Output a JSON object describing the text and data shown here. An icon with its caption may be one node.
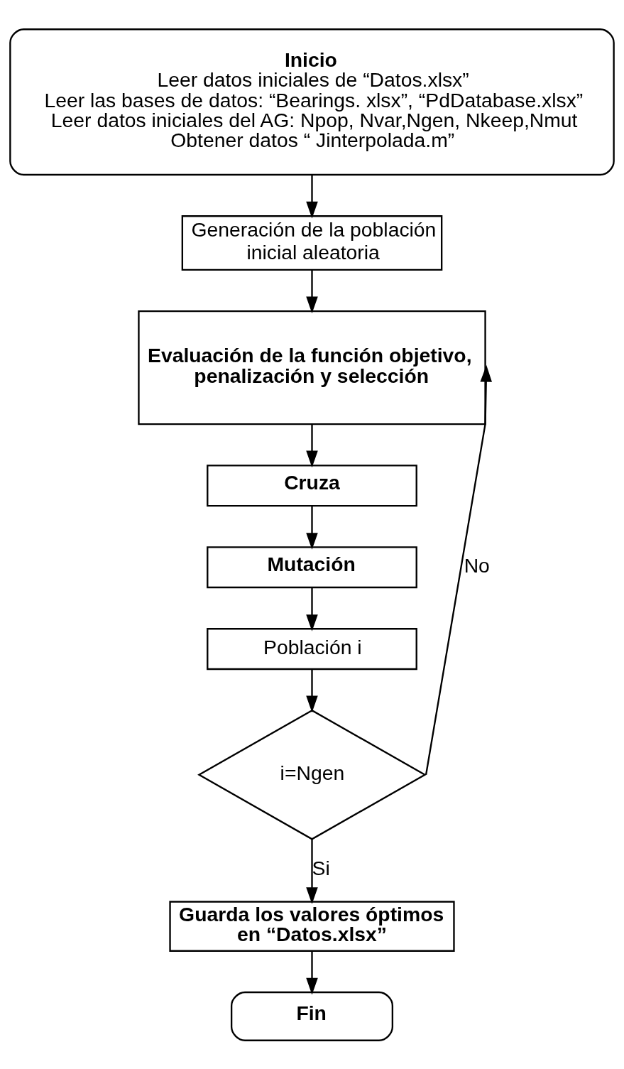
{
  "diagram": {
    "nodes": [
      {
        "text": [
          "Inicio",
          "Leer datos iniciales de “Datos.xlsx”",
          "Leer las bases de datos: “Bearings. xlsx”, “PdDatabase.xlsx”",
          "Leer datos iniciales del AG: Npop, Nvar,Ngen, Nkeep,Nmut",
          "Obtener datos “ Jinterpolada.m”"
        ]
      },
      {
        "text": [
          "Generación de la población inicial aleatoria"
        ]
      },
      {
        "text": [
          "Evaluación de la función objetivo, penalización y selección"
        ]
      },
      {
        "text": [
          "Cruza"
        ]
      },
      {
        "text": [
          "Mutación"
        ]
      },
      {
        "text": [
          "Población i"
        ]
      },
      {
        "text": [
          "i=Ngen"
        ]
      },
      {
        "text": [
          "Guarda los valores óptimos en “Datos.xlsx”"
        ]
      },
      {
        "text": [
          "Fin"
        ]
      }
    ],
    "edges": [
      {
        "from": 0,
        "to": 1,
        "arrow": "to"
      },
      {
        "from": 1,
        "to": 2,
        "arrow": "to"
      },
      {
        "from": 2,
        "to": 3,
        "arrow": "to"
      },
      {
        "from": 3,
        "to": 4,
        "arrow": "to"
      },
      {
        "from": 4,
        "to": 5,
        "arrow": "to"
      },
      {
        "from": 5,
        "to": 6,
        "arrow": "to"
      },
      {
        "from": 6,
        "to": 2,
        "arrow": "to",
        "label": "No"
      },
      {
        "from": 6,
        "to": 7,
        "arrow": "to",
        "label": "Si"
      },
      {
        "from": 7,
        "to": 8,
        "arrow": "to"
      }
    ]
  }
}
